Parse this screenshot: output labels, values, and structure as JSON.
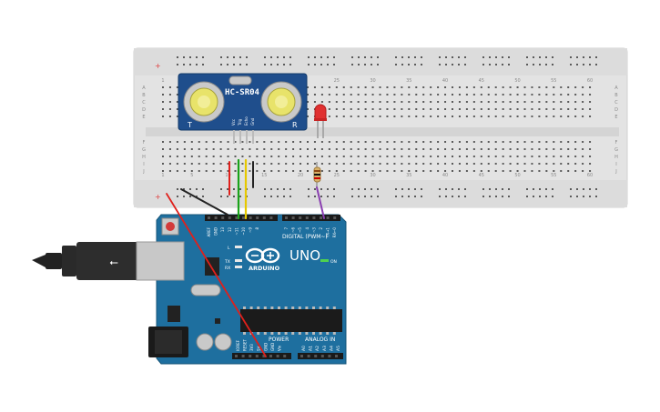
{
  "sensor": {
    "name": "HC-SR04",
    "left_mark": "T",
    "right_mark": "R",
    "pins": [
      "Vcc",
      "Trig",
      "Echo",
      "Gnd"
    ]
  },
  "breadboard": {
    "column_numbers": [
      "1",
      "5",
      "10",
      "15",
      "20",
      "25",
      "30",
      "35",
      "40",
      "45",
      "50",
      "55",
      "60"
    ],
    "rows_top": [
      "A",
      "B",
      "C",
      "D",
      "E"
    ],
    "rows_bottom": [
      "F",
      "G",
      "H",
      "I",
      "J"
    ],
    "rail_plus": "+",
    "rail_minus": "-"
  },
  "arduino": {
    "model": "UNO",
    "brand": "ARDUINO",
    "digital_header": "DIGITAL (PWM~)",
    "analog_header": "ANALOG IN",
    "power_header": "POWER",
    "on_label": "ON",
    "led_labels": [
      "L",
      "TX",
      "RX"
    ],
    "top_pins": [
      "AREF",
      "GND",
      "13",
      "12",
      "~11",
      "~10",
      "~9",
      "8",
      "7",
      "~6",
      "~5",
      "4",
      "~3",
      "2",
      "TX→1",
      "RX←0"
    ],
    "power_pins": [
      "IOREF",
      "RESET",
      "3V3",
      "5V",
      "GND",
      "GND",
      "Vin"
    ],
    "analog_pins": [
      "A0",
      "A1",
      "A2",
      "A3",
      "A4",
      "A5"
    ]
  },
  "colors": {
    "board_blue": "#1e6f9f",
    "wire_red": "#e0201b",
    "wire_green": "#1aa31a",
    "wire_yellow": "#e6c800",
    "wire_black": "#222222",
    "wire_purple": "#8a3fb0"
  }
}
